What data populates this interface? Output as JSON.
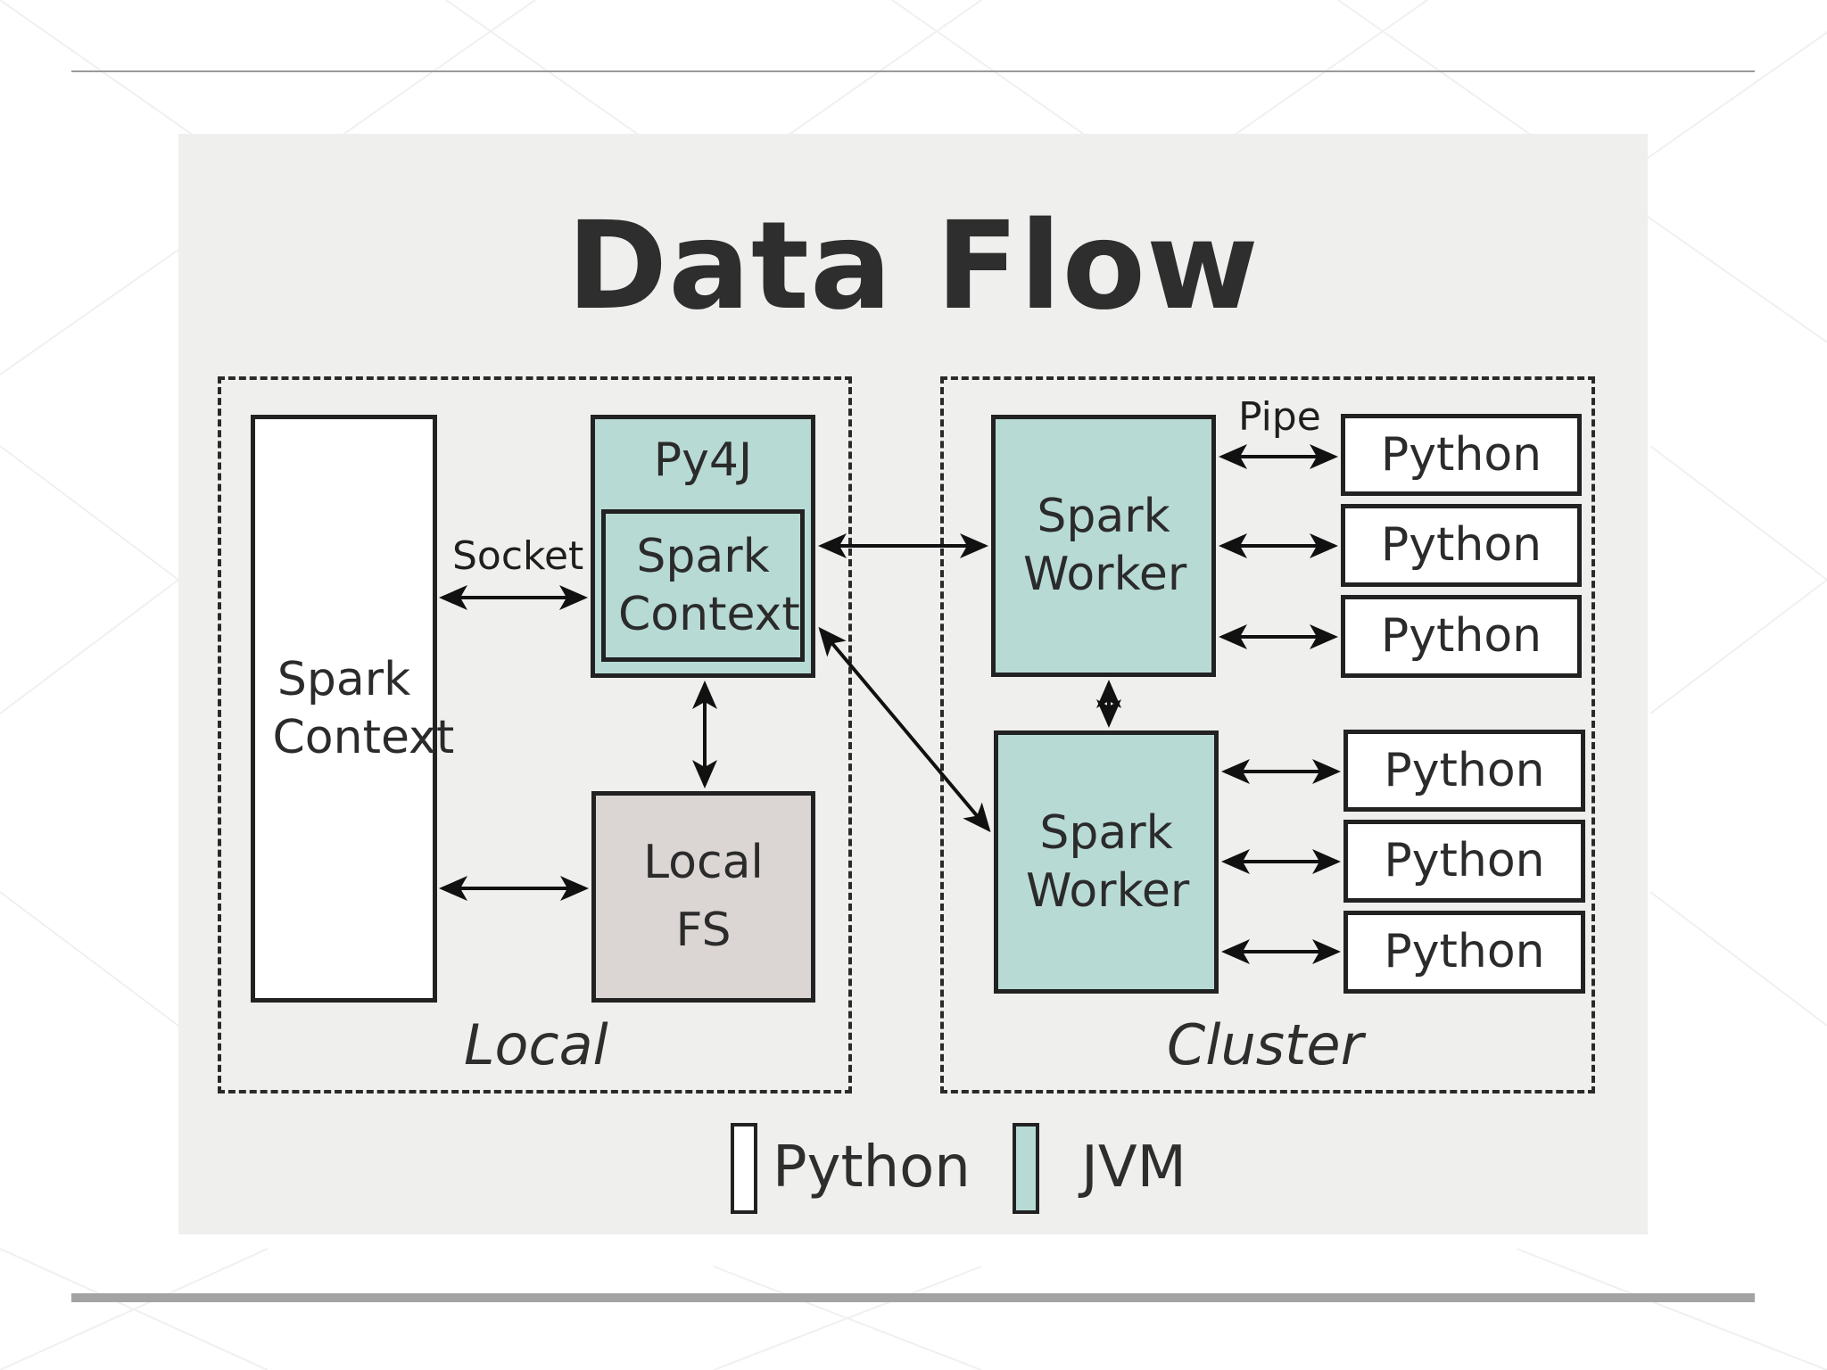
{
  "title": "Data Flow",
  "colors": {
    "python": "#ffffff",
    "jvm": "#b8dad5",
    "local_fs": "#dbd5d3",
    "panel": "#efefed"
  },
  "local": {
    "label": "Local",
    "spark_context": "Spark Context",
    "py4j": "Py4J",
    "inner_spark_context": "Spark Context",
    "local_fs": "Local FS",
    "socket_label": "Socket"
  },
  "cluster": {
    "label": "Cluster",
    "pipe_label": "Pipe",
    "workers": [
      {
        "label": "Spark Worker",
        "pythons": [
          "Python",
          "Python",
          "Python"
        ]
      },
      {
        "label": "Spark Worker",
        "pythons": [
          "Python",
          "Python",
          "Python"
        ]
      }
    ]
  },
  "legend": [
    {
      "label": "Python",
      "kind": "python"
    },
    {
      "label": "JVM",
      "kind": "jvm"
    }
  ]
}
